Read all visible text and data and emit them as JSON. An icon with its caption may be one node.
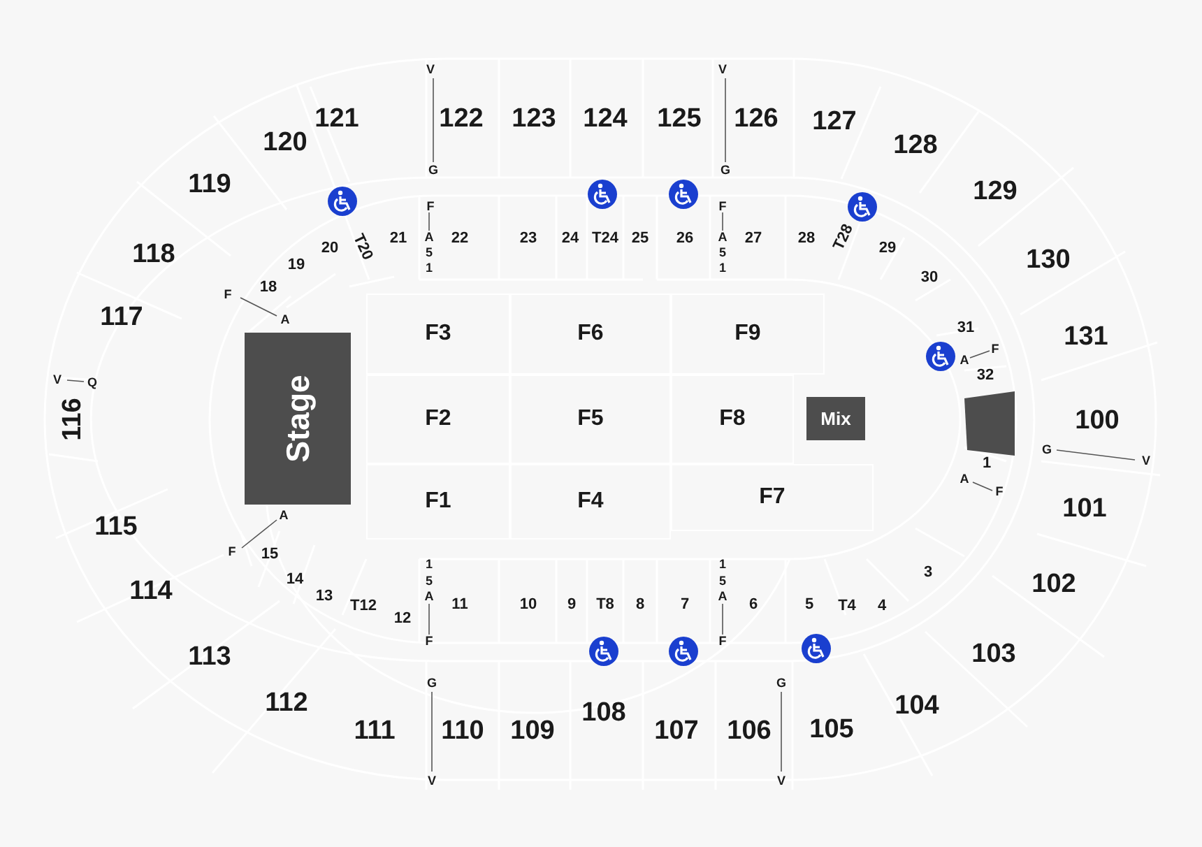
{
  "diagram": {
    "nodes": [
      {
        "text": [
          "121"
        ]
      },
      {
        "text": [
          "122"
        ]
      },
      {
        "text": [
          "123"
        ]
      },
      {
        "text": [
          "124"
        ]
      },
      {
        "text": [
          "125"
        ]
      },
      {
        "text": [
          "126"
        ]
      },
      {
        "text": [
          "127"
        ]
      },
      {
        "text": [
          "120"
        ]
      },
      {
        "text": [
          "128"
        ]
      },
      {
        "text": [
          "119"
        ]
      },
      {
        "text": [
          "129"
        ]
      },
      {
        "text": [
          "21"
        ]
      },
      {
        "text": [
          "22"
        ]
      },
      {
        "text": [
          "23"
        ]
      },
      {
        "text": [
          "24"
        ]
      },
      {
        "text": [
          "T24"
        ]
      },
      {
        "text": [
          "25"
        ]
      },
      {
        "text": [
          "26"
        ]
      },
      {
        "text": [
          "27"
        ]
      },
      {
        "text": [
          "28"
        ]
      },
      {
        "text": [
          "T28"
        ]
      },
      {
        "text": [
          "20"
        ]
      },
      {
        "text": [
          "T20"
        ]
      },
      {
        "text": [
          "29"
        ]
      },
      {
        "text": [
          "118"
        ]
      },
      {
        "text": [
          "130"
        ]
      },
      {
        "text": [
          "19"
        ]
      },
      {
        "text": [
          "30"
        ]
      },
      {
        "text": [
          "18"
        ]
      },
      {
        "text": [
          "117"
        ]
      },
      {
        "text": [
          "F3"
        ]
      },
      {
        "text": [
          "F6"
        ]
      },
      {
        "text": [
          "F9"
        ]
      },
      {
        "text": [
          "31"
        ]
      },
      {
        "text": [
          "131"
        ]
      },
      {
        "text": [
          "32"
        ]
      },
      {
        "text": [
          "116"
        ]
      },
      {
        "text": [
          "Stage"
        ]
      },
      {
        "text": [
          "F2"
        ]
      },
      {
        "text": [
          "F5"
        ]
      },
      {
        "text": [
          "F8"
        ]
      },
      {
        "text": [
          "Mix"
        ]
      },
      {
        "text": [],
        "shape": "box"
      },
      {
        "text": [
          "100"
        ]
      },
      {
        "text": [
          "1"
        ]
      },
      {
        "text": [
          "F1"
        ]
      },
      {
        "text": [
          "F4"
        ]
      },
      {
        "text": [
          "F7"
        ]
      },
      {
        "text": [
          "101"
        ]
      },
      {
        "text": [
          "115"
        ]
      },
      {
        "text": [
          "15"
        ]
      },
      {
        "text": [
          "114"
        ]
      },
      {
        "text": [
          "102"
        ]
      },
      {
        "text": [
          "14"
        ]
      },
      {
        "text": [
          "13"
        ]
      },
      {
        "text": [
          "3"
        ]
      },
      {
        "text": [
          "T12"
        ]
      },
      {
        "text": [
          "12"
        ]
      },
      {
        "text": [
          "11"
        ]
      },
      {
        "text": [
          "10"
        ]
      },
      {
        "text": [
          "9"
        ]
      },
      {
        "text": [
          "T8"
        ]
      },
      {
        "text": [
          "8"
        ]
      },
      {
        "text": [
          "7"
        ]
      },
      {
        "text": [
          "6"
        ]
      },
      {
        "text": [
          "5"
        ]
      },
      {
        "text": [
          "T4"
        ]
      },
      {
        "text": [
          "4"
        ]
      },
      {
        "text": [
          "113"
        ]
      },
      {
        "text": [
          "103"
        ]
      },
      {
        "text": [
          "112"
        ]
      },
      {
        "text": [
          "104"
        ]
      },
      {
        "text": [
          "111"
        ]
      },
      {
        "text": [
          "110"
        ]
      },
      {
        "text": [
          "109"
        ]
      },
      {
        "text": [
          "108"
        ]
      },
      {
        "text": [
          "107"
        ]
      },
      {
        "text": [
          "106"
        ]
      },
      {
        "text": [
          "105"
        ]
      }
    ],
    "labels": [
      "V",
      "V",
      "G",
      "G",
      "F",
      "F",
      "A",
      "A",
      "5",
      "5",
      "1",
      "1",
      "F",
      "A",
      "F",
      "A",
      "V",
      "Q",
      "G",
      "V",
      "A",
      "F",
      "A",
      "F",
      "1",
      "1",
      "5",
      "5",
      "A",
      "A",
      "F",
      "F",
      "G",
      "G",
      "V",
      "V"
    ]
  }
}
